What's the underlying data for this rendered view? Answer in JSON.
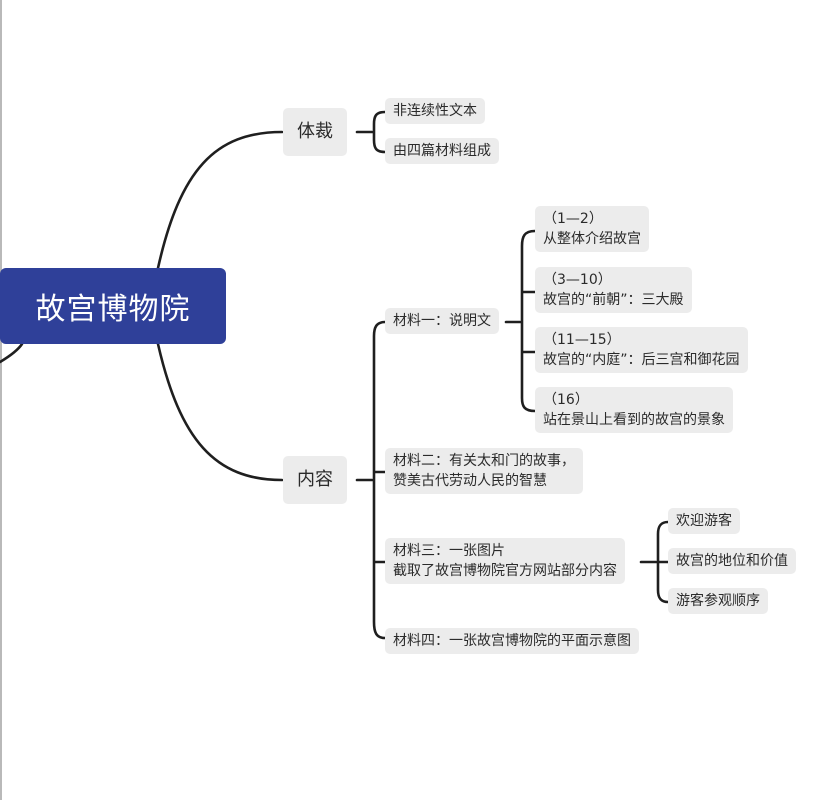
{
  "root": {
    "label": "故宫博物院"
  },
  "genre": {
    "label": "体裁",
    "children": [
      "非连续性文本",
      "由四篇材料组成"
    ]
  },
  "content": {
    "label": "内容",
    "materials": [
      {
        "lines": [
          "材料一：说明文"
        ],
        "children": [
          {
            "lines": [
              "（1—2）",
              "从整体介绍故宫"
            ]
          },
          {
            "lines": [
              "（3—10）",
              "故宫的“前朝”：三大殿"
            ]
          },
          {
            "lines": [
              "（11—15）",
              "故宫的“内庭”：后三宫和御花园"
            ]
          },
          {
            "lines": [
              "（16）",
              "站在景山上看到的故宫的景象"
            ]
          }
        ]
      },
      {
        "lines": [
          "材料二：有关太和门的故事，",
          "赞美古代劳动人民的智慧"
        ]
      },
      {
        "lines": [
          "材料三：一张图片",
          "截取了故宫博物院官方网站部分内容"
        ],
        "children": [
          {
            "lines": [
              "欢迎游客"
            ]
          },
          {
            "lines": [
              "故宫的地位和价值"
            ]
          },
          {
            "lines": [
              "游客参观顺序"
            ]
          }
        ]
      },
      {
        "lines": [
          "材料四：一张故宫博物院的平面示意图"
        ]
      }
    ]
  }
}
